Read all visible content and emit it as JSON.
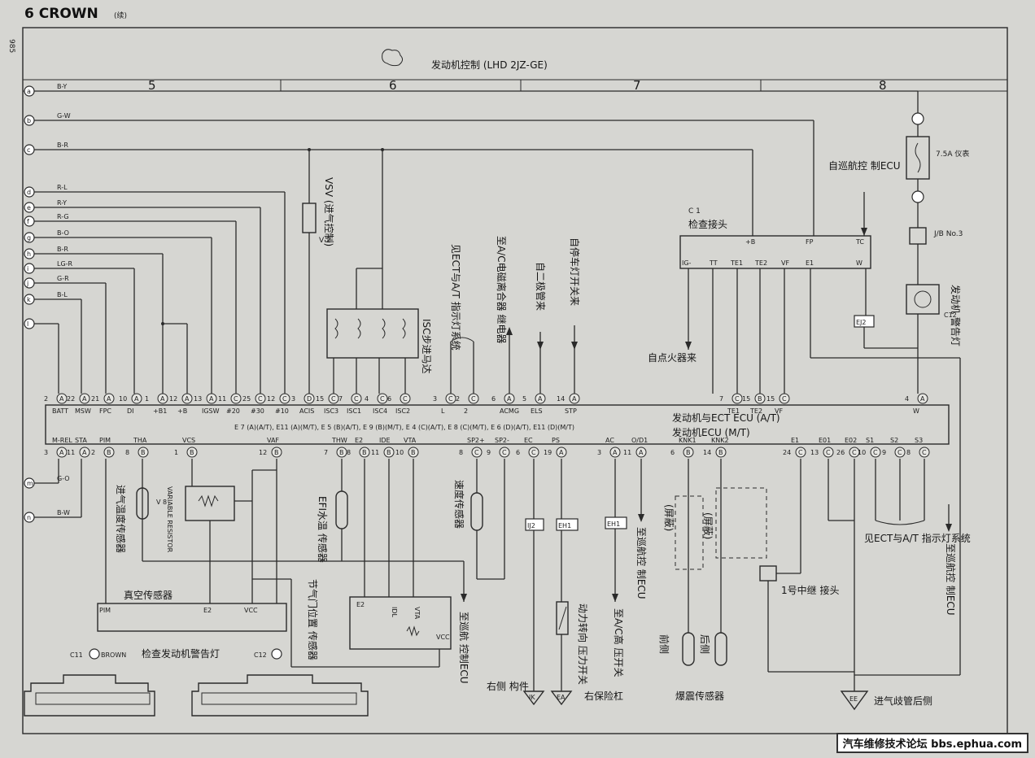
{
  "header": {
    "section": "6 CROWN",
    "cont": "(续)",
    "page": "985",
    "subtitle": "发动机控制 (LHD 2JZ-GE)"
  },
  "columns": [
    "5",
    "6",
    "7",
    "8"
  ],
  "bus": [
    {
      "id": "a",
      "wire": "B-Y"
    },
    {
      "id": "b",
      "wire": "G-W"
    },
    {
      "id": "c",
      "wire": "B-R"
    },
    {
      "id": "d",
      "wire": "R-L"
    },
    {
      "id": "e",
      "wire": "R-Y"
    },
    {
      "id": "f",
      "wire": "R-G"
    },
    {
      "id": "g",
      "wire": "B-O"
    },
    {
      "id": "h",
      "wire": "B-R"
    },
    {
      "id": "i",
      "wire": "LG-R"
    },
    {
      "id": "j",
      "wire": "G-R"
    },
    {
      "id": "k",
      "wire": "B-L"
    },
    {
      "id": "l",
      "wire": ""
    },
    {
      "id": "m",
      "wire": "G-O"
    },
    {
      "id": "n",
      "wire": "B-W"
    }
  ],
  "ecu": {
    "title1": "发动机与ECT ECU (A/T)",
    "title2": "发动机ECU (M/T)",
    "conn_row": "E 7 (A)(A/T), E11 (A)(M/T), E 5 (B)(A/T), E 9 (B)(M/T), E 4 (C)(A/T), E 8 (C)(M/T), E 6 (D)(A/T), E11 (D)(M/T)",
    "top_pins": [
      {
        "name": "BATT",
        "num": "2",
        "c": "A"
      },
      {
        "name": "MSW",
        "num": "22",
        "c": "A"
      },
      {
        "name": "FPC",
        "num": "21",
        "c": "A"
      },
      {
        "name": "DI",
        "num": "10",
        "c": "A"
      },
      {
        "name": "+B1",
        "num": "1",
        "c": "A"
      },
      {
        "name": "+B",
        "num": "12",
        "c": "A"
      },
      {
        "name": "IGSW",
        "num": "13",
        "c": "A"
      },
      {
        "name": "#20",
        "num": "11",
        "c": "C"
      },
      {
        "name": "#30",
        "num": "25",
        "c": "C"
      },
      {
        "name": "#10",
        "num": "12",
        "c": "C"
      },
      {
        "name": "ACIS",
        "num": "3",
        "c": "D"
      },
      {
        "name": "ISC3",
        "num": "15",
        "c": "C"
      },
      {
        "name": "ISC1",
        "num": "7",
        "c": "C"
      },
      {
        "name": "ISC4",
        "num": "4",
        "c": "C"
      },
      {
        "name": "ISC2",
        "num": "6",
        "c": "C"
      },
      {
        "name": "L",
        "num": "3",
        "c": "C"
      },
      {
        "name": "2",
        "num": "2",
        "c": "C"
      },
      {
        "name": "ACMG",
        "num": "6",
        "c": "A"
      },
      {
        "name": "ELS",
        "num": "5",
        "c": "A"
      },
      {
        "name": "STP",
        "num": "14",
        "c": "A"
      },
      {
        "name": "TE1",
        "num": "7",
        "c": "C"
      },
      {
        "name": "TE2",
        "num": "15",
        "c": "B"
      },
      {
        "name": "VF",
        "num": "15",
        "c": "C"
      },
      {
        "name": "W",
        "num": "4",
        "c": "A"
      }
    ],
    "bottom_pins": [
      {
        "name": "M-REL",
        "num": "3",
        "c": "A"
      },
      {
        "name": "STA",
        "num": "11",
        "c": "A"
      },
      {
        "name": "PIM",
        "num": "2",
        "c": "B"
      },
      {
        "name": "THA",
        "num": "8",
        "c": "B"
      },
      {
        "name": "VCS",
        "num": "1",
        "c": "B"
      },
      {
        "name": "VAF",
        "num": "12",
        "c": "B"
      },
      {
        "name": "THW",
        "num": "7",
        "c": "B"
      },
      {
        "name": "E2",
        "num": "8",
        "c": "B"
      },
      {
        "name": "IDE",
        "num": "11",
        "c": "B"
      },
      {
        "name": "VTA",
        "num": "10",
        "c": "B"
      },
      {
        "name": "SP2+",
        "num": "8",
        "c": "C"
      },
      {
        "name": "SP2-",
        "num": "9",
        "c": "C"
      },
      {
        "name": "EC",
        "num": "6",
        "c": "C"
      },
      {
        "name": "PS",
        "num": "19",
        "c": "A"
      },
      {
        "name": "AC",
        "num": "3",
        "c": "A"
      },
      {
        "name": "O/D1",
        "num": "11",
        "c": "A"
      },
      {
        "name": "KNK1",
        "num": "6",
        "c": "B"
      },
      {
        "name": "KNK2",
        "num": "14",
        "c": "B"
      },
      {
        "name": "E1",
        "num": "24",
        "c": "C"
      },
      {
        "name": "E01",
        "num": "13",
        "c": "C"
      },
      {
        "name": "E02",
        "num": "26",
        "c": "C"
      },
      {
        "name": "S1",
        "num": "10",
        "c": "C"
      },
      {
        "name": "S2",
        "num": "9",
        "c": "C"
      },
      {
        "name": "S3",
        "num": "8",
        "c": "C"
      }
    ]
  },
  "labels": {
    "vsv": "VSV (进气控制)",
    "vsv_ref": "V 2",
    "isc": "ISC步进马达",
    "ect_ind": "见ECT与A/T 指示灯系统",
    "to_relay": "至A/C电磁离合器 继电器",
    "from_diode": "自二极管来",
    "from_stop": "自停车灯开关来",
    "check_conn_ref": "C 1",
    "check_conn": "检查接头",
    "check_conn_pins": [
      "+B",
      "FP",
      "TC",
      "IG-",
      "TT",
      "TE1",
      "TE2",
      "VF",
      "E1",
      "W"
    ],
    "igniter": "自点火器来",
    "cruise_from": "自巡航控 制ECU",
    "fuse": "7.5A 仪表",
    "jb": "J/B No.3",
    "lamp": "发动机 警告灯",
    "lamp_ref": "C12",
    "intake_temp": "进气温度传感器",
    "vr_ref": "V 8",
    "vr": "VARIABLE RESISTOR",
    "efi_temp": "EFI水温 传感器",
    "vac_sensor": "真空传感器",
    "vac_pins": [
      "PIM",
      "E2",
      "VCC"
    ],
    "check_lamp": "检查发动机警告灯",
    "conn_c11": "C11",
    "conn_c11_color": "BROWN",
    "conn_c12": "C12",
    "throttle": "节气门位置 传感器",
    "throttle_pins": [
      "E2",
      "IDL",
      "VTA",
      "VCC"
    ],
    "to_cruise1": "至巡航 控制ECU",
    "speed": "速度传感器",
    "ps_switch": "动力转向 压力开关",
    "to_ac": "至A/C高 压开关",
    "to_cruise2": "至巡航控 制ECU",
    "shield1": "(屏蔽)",
    "shield2": "(屏蔽)",
    "front": "前侧",
    "rear": "后侧",
    "knock": "爆震传感器",
    "junction": "1号中继 接头",
    "ect_ind2": "见ECT与A/T 指示灯系统",
    "to_cruise3": "至巡航控 制ECU",
    "ik": "IK",
    "ea": "EA",
    "ee": "EE",
    "right_body": "右侧 构件",
    "right_bumper": "右保险杠",
    "intake_manifold": "进气歧管后侧",
    "ej2": "EJ2",
    "ij2": "IJ2",
    "eh1a": "EH1",
    "eh1b": "EH1"
  },
  "watermark": "汽车维修技术论坛 bbs.ephua.com"
}
